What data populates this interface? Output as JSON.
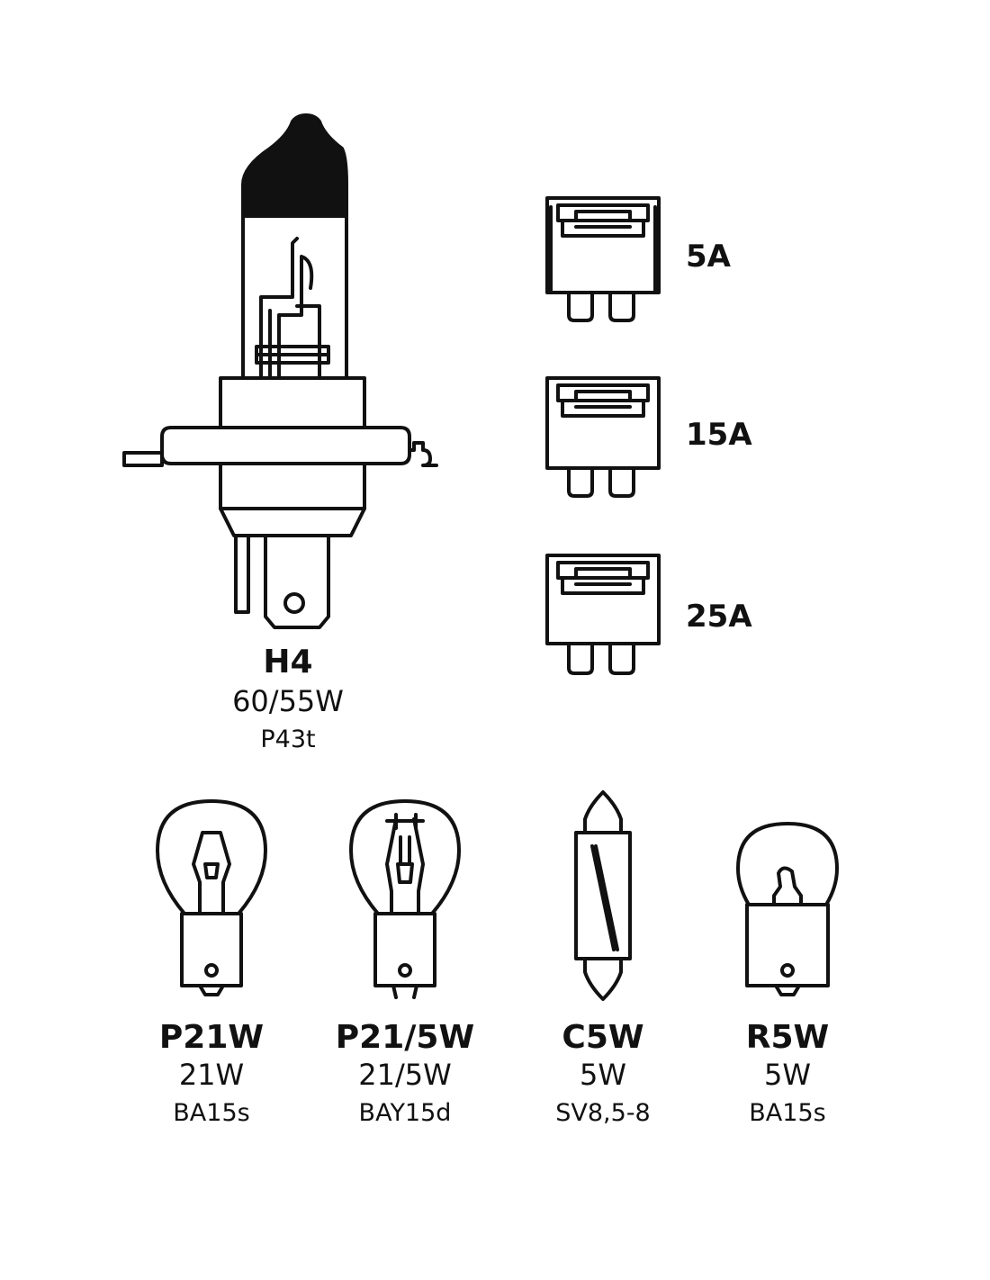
{
  "h4": {
    "name": "H4",
    "watt": "60/55W",
    "base": "P43t"
  },
  "fuses": [
    {
      "label": "5A"
    },
    {
      "label": "15A"
    },
    {
      "label": "25A"
    }
  ],
  "bulbs": [
    {
      "name": "P21W",
      "watt": "21W",
      "base": "BA15s"
    },
    {
      "name": "P21/5W",
      "watt": "21/5W",
      "base": "BAY15d"
    },
    {
      "name": "C5W",
      "watt": "5W",
      "base": "SV8,5-8"
    },
    {
      "name": "R5W",
      "watt": "5W",
      "base": "BA15s"
    }
  ],
  "colors": {
    "ink": "#111111",
    "background": "#ffffff"
  }
}
